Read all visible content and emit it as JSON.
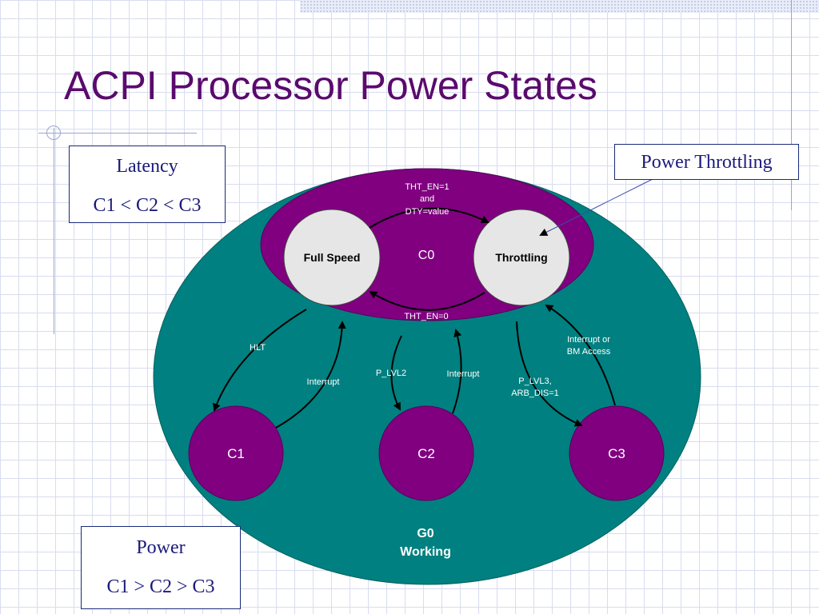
{
  "slide": {
    "title": "ACPI Processor Power States"
  },
  "latency_box": {
    "heading": "Latency",
    "relation": "C1 < C2 < C3"
  },
  "power_box": {
    "heading": "Power",
    "relation": "C1 > C2 > C3"
  },
  "callout": {
    "label": "Power Throttling"
  },
  "diagram": {
    "outer_state": {
      "line1": "G0",
      "line2": "Working"
    },
    "inner_state": {
      "label": "C0"
    },
    "nodes": {
      "full_speed": "Full Speed",
      "throttling": "Throttling",
      "c1": "C1",
      "c2": "C2",
      "c3": "C3"
    },
    "transitions": {
      "tht_en1": [
        "THT_EN=1",
        "and",
        "DTY=value"
      ],
      "tht_en0": "THT_EN=0",
      "hlt": "HLT",
      "interrupt_c1": "Interrupt",
      "p_lvl2": "P_LVL2",
      "interrupt_c2": "Interrupt",
      "p_lvl3": [
        "P_LVL3,",
        "ARB_DIS=1"
      ],
      "interrupt_bm": [
        "Interrupt or",
        "BM Access"
      ]
    },
    "colors": {
      "outer_fill": "#008080",
      "inner_fill": "#800080",
      "node_fill_light": "#e6e6e6",
      "arrow": "#000000",
      "title": "#5a0a6e",
      "box_text": "#1a1a7a"
    }
  }
}
